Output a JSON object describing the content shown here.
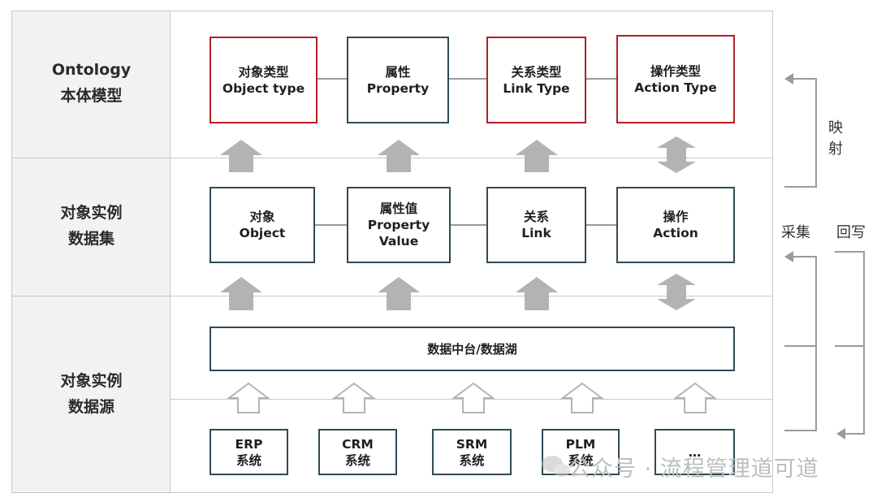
{
  "rows": {
    "ontology": {
      "line1": "Ontology",
      "line2": "本体模型"
    },
    "instances": {
      "line1": "对象实例",
      "line2": "数据集"
    },
    "sources": {
      "line1": "对象实例",
      "line2": "数据源"
    }
  },
  "ontology_boxes": [
    {
      "zh": "对象类型",
      "en": "Object type"
    },
    {
      "zh": "属性",
      "en": "Property"
    },
    {
      "zh": "关系类型",
      "en": "Link Type"
    },
    {
      "zh": "操作类型",
      "en": "Action Type"
    }
  ],
  "instance_boxes": [
    {
      "zh": "对象",
      "en": "Object"
    },
    {
      "zh": "属性值",
      "en": "Property",
      "en2": "Value"
    },
    {
      "zh": "关系",
      "en": "Link"
    },
    {
      "zh": "操作",
      "en": "Action"
    }
  ],
  "platform": "数据中台/数据湖",
  "source_systems": [
    {
      "name": "ERP",
      "suffix": "系统"
    },
    {
      "name": "CRM",
      "suffix": "系统"
    },
    {
      "name": "SRM",
      "suffix": "系统"
    },
    {
      "name": "PLM",
      "suffix": "系统"
    },
    {
      "name": "…",
      "suffix": ""
    }
  ],
  "side": {
    "mapping_1": "映",
    "mapping_2": "射",
    "collect": "采集",
    "writeback": "回写"
  },
  "watermark": "公众号 · 流程管理道可道",
  "colors": {
    "highlight_border": "#b51e25",
    "normal_border": "#2e4a56",
    "arrow": "#b3b3b3"
  }
}
